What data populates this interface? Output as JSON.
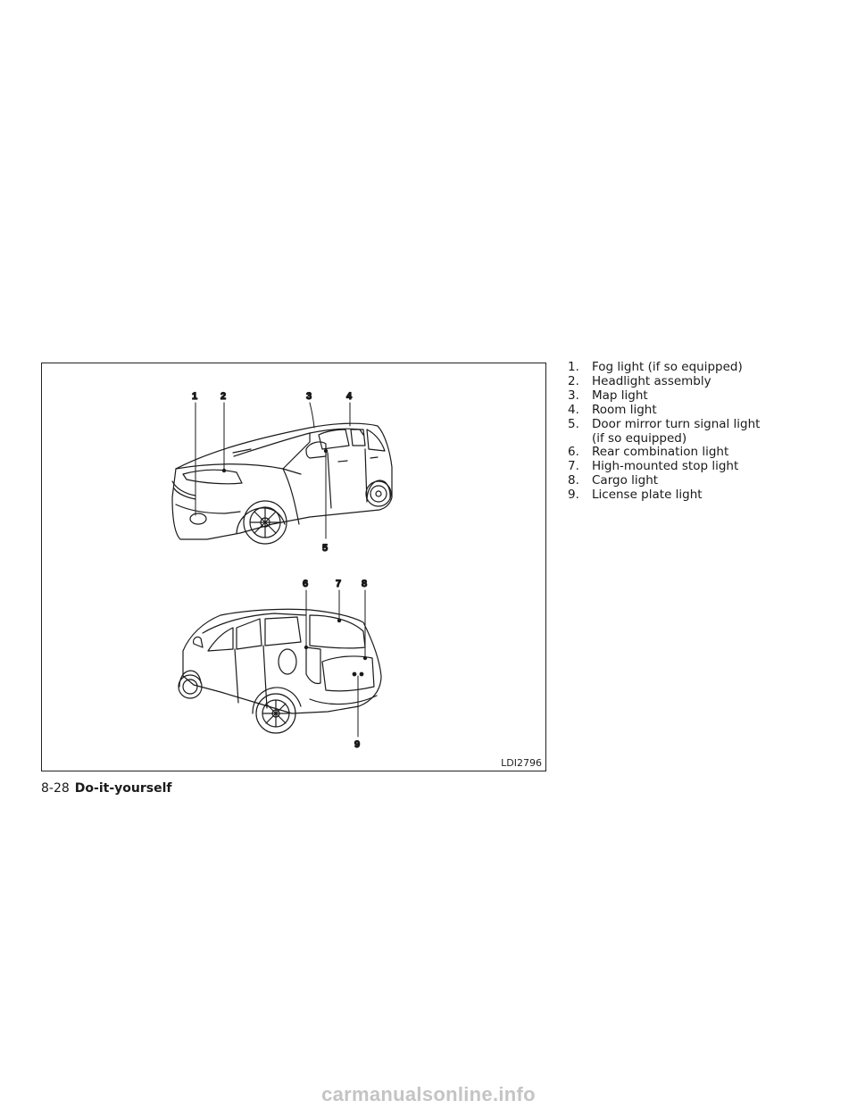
{
  "figure": {
    "code": "LDI2796",
    "front_callouts": [
      "1",
      "2",
      "3",
      "4",
      "5"
    ],
    "rear_callouts": [
      "6",
      "7",
      "8",
      "9"
    ]
  },
  "legend": [
    {
      "num": "1.",
      "text": "Fog light (if so equipped)"
    },
    {
      "num": "2.",
      "text": "Headlight assembly"
    },
    {
      "num": "3.",
      "text": "Map light"
    },
    {
      "num": "4.",
      "text": "Room light"
    },
    {
      "num": "5.",
      "text": "Door mirror turn signal light"
    },
    {
      "num": "",
      "text": "(if so equipped)"
    },
    {
      "num": "6.",
      "text": "Rear combination light"
    },
    {
      "num": "7.",
      "text": "High-mounted stop light"
    },
    {
      "num": "8.",
      "text": "Cargo light"
    },
    {
      "num": "9.",
      "text": "License plate light"
    }
  ],
  "footer": {
    "page": "8-28",
    "section": "Do-it-yourself"
  },
  "watermark": "carmanualsonline.info"
}
